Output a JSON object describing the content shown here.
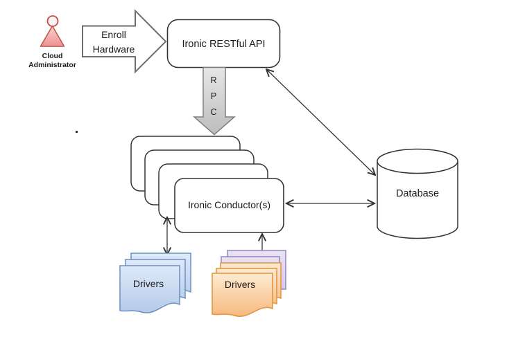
{
  "nodes": {
    "cloud_admin": {
      "line1": "Cloud",
      "line2": "Administrator"
    },
    "enroll": {
      "line1": "Enroll",
      "line2": "Hardware"
    },
    "api": {
      "label": "Ironic RESTful API"
    },
    "rpc": {
      "letters": [
        "R",
        "P",
        "C"
      ]
    },
    "conductors": {
      "label": "Ironic Conductor(s)"
    },
    "database": {
      "label": "Database"
    },
    "drivers_left": {
      "label": "Drivers"
    },
    "drivers_right": {
      "label": "Drivers"
    }
  },
  "colors": {
    "admin_stroke": "#c0504d",
    "box_stroke": "#333333",
    "block_arrow_stroke": "#6e6e6e",
    "rpc_arrow_stroke": "#7f7f7f",
    "blue_doc_stroke": "#6a8fc0",
    "orange_doc_stroke": "#e0913d",
    "purple_doc_stroke": "#9484be",
    "line_color": "#333333",
    "admin_fill_top": "#f9d0cf",
    "admin_fill_bottom": "#ec9392",
    "rpc_fill_top": "#e6e6e6",
    "rpc_fill_bottom": "#bdbdbd",
    "blue_fill_top": "#dfeaf9",
    "blue_fill_bottom": "#b4c9e8",
    "orange_fill_top": "#fdebd3",
    "orange_fill_bottom": "#f7b97e",
    "purple_fill_top": "#e9e2f3",
    "purple_fill_bottom": "#d5c8e9"
  }
}
